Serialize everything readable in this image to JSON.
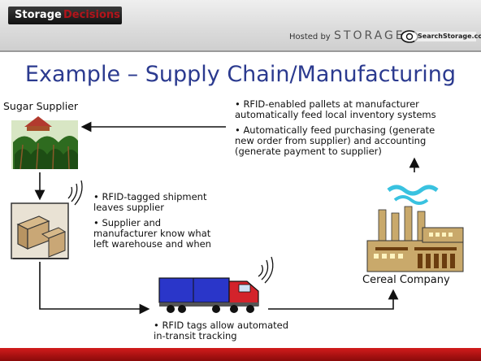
{
  "header": {
    "brand_part1": "Storage",
    "brand_part2": "Decisions",
    "hosted_by": "Hosted by",
    "storage_word": "STORAGE",
    "site_logo_text": "SearchStorage.com"
  },
  "slide": {
    "title": "Example – Supply Chain/Manufacturing",
    "labels": {
      "supplier": "Sugar Supplier",
      "company": "Cereal Company"
    },
    "bullets_top": [
      "• RFID-enabled pallets at manufacturer",
      "automatically feed local inventory systems",
      "• Automatically feed purchasing (generate",
      "new order from supplier) and accounting",
      "(generate payment to supplier)"
    ],
    "bullets_middle": [
      "• RFID-tagged shipment",
      "leaves supplier",
      "• Supplier and",
      "manufacturer know what",
      "left warehouse and when"
    ],
    "bullets_bottom": [
      "• RFID tags allow automated",
      "in-transit tracking"
    ]
  },
  "icons": [
    "sugar-cane-field-icon",
    "warehouse-boxes-icon",
    "truck-icon",
    "factory-icon",
    "rfid-signal-icon",
    "smoke-icon"
  ],
  "colors": {
    "title": "#2b3a8f",
    "brand_red": "#b2141b",
    "footer": "#c0161a",
    "truck_blue": "#2a36c9"
  }
}
